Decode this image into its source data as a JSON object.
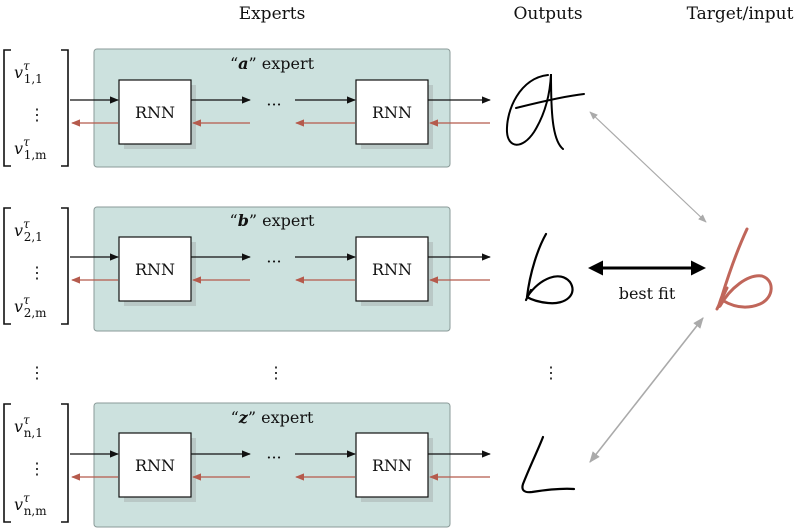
{
  "headers": {
    "experts": "Experts",
    "outputs": "Outputs",
    "target": "Target/input"
  },
  "rnn_label": "RNN",
  "ellipsis_h": "···",
  "vdots": "⋮",
  "best_fit": "best fit",
  "rows": [
    {
      "letter": "a",
      "expert_open": "“",
      "expert_close": "” expert",
      "vec_first": {
        "main": "v",
        "sup": "τ",
        "sub": "1,1"
      },
      "vec_last": {
        "main": "v",
        "sup": "τ",
        "sub": "1,m"
      }
    },
    {
      "letter": "b",
      "expert_open": "“",
      "expert_close": "” expert",
      "vec_first": {
        "main": "v",
        "sup": "τ",
        "sub": "2,1"
      },
      "vec_last": {
        "main": "v",
        "sup": "τ",
        "sub": "2,m"
      }
    },
    {
      "letter": "z",
      "expert_open": "“",
      "expert_close": "” expert",
      "vec_first": {
        "main": "v",
        "sup": "τ",
        "sub": "n,1"
      },
      "vec_last": {
        "main": "v",
        "sup": "τ",
        "sub": "n,m"
      }
    }
  ],
  "colors": {
    "expert_fill": "#cce1de",
    "expert_stroke": "#8a9a98",
    "backward_arrow": "#b55a4c",
    "target_stroke": "#c0665a",
    "link_gray": "#aaaaaa"
  }
}
